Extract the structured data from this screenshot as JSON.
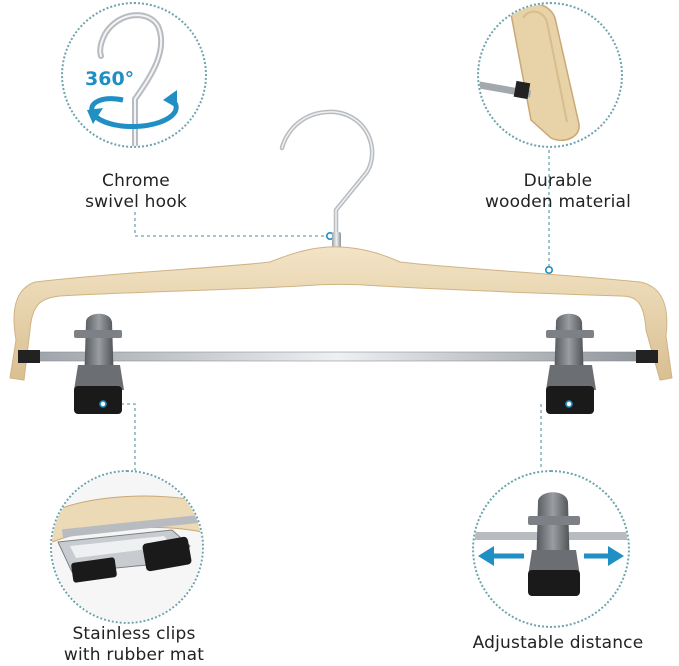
{
  "features": {
    "hook": {
      "label_line1": "Chrome",
      "label_line2": "swivel hook",
      "rotation": "360°"
    },
    "material": {
      "label_line1": "Durable",
      "label_line2": "wooden material"
    },
    "clips": {
      "label_line1": "Stainless clips",
      "label_line2": "with rubber mat"
    },
    "distance": {
      "label": "Adjustable distance"
    }
  },
  "colors": {
    "accent": "#1f8fc4",
    "dotted_line": "#6ea4ad",
    "wood": "#ecd9b6",
    "clip_gray": "#6b6e72",
    "rubber_black": "#1a1a1a"
  }
}
